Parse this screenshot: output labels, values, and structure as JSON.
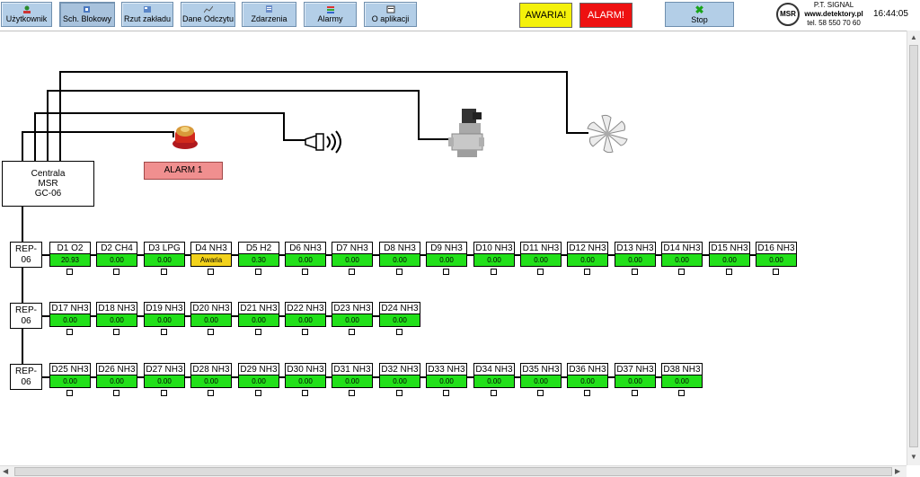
{
  "toolbar": {
    "buttons": [
      {
        "label": "Użytkownik"
      },
      {
        "label": "Sch. Blokowy"
      },
      {
        "label": "Rzut zakładu"
      },
      {
        "label": "Dane Odczytu"
      },
      {
        "label": "Zdarzenia"
      },
      {
        "label": "Alarmy"
      },
      {
        "label": "O aplikacji"
      }
    ],
    "awaria_label": "AWARIA!",
    "alarm_label": "ALARM!",
    "stop_label": "Stop",
    "stop_icon": "x-icon"
  },
  "company": {
    "logo": "MSR",
    "name": "P.T. SIGNAL",
    "www": "www.detektory.pl",
    "tel": "tel. 58 550 70 60"
  },
  "clock": "16:44:05",
  "colors": {
    "ok": "#22e01a",
    "fault": "#f2d21b",
    "awaria": "#f4f10a",
    "alarm": "#ee1111",
    "toolbar": "#b3cee7"
  },
  "centrala": {
    "line1": "Centrala",
    "line2": "MSR",
    "line3": "GC-06"
  },
  "alarm_indicator": {
    "label": "ALARM 1"
  },
  "reps": [
    {
      "line1": "REP-",
      "line2": "06"
    },
    {
      "line1": "REP-",
      "line2": "06"
    },
    {
      "line1": "REP-",
      "line2": "06"
    }
  ],
  "rows": [
    [
      {
        "name": "D1 O2",
        "value": "20.93"
      },
      {
        "name": "D2 CH4",
        "value": "0.00"
      },
      {
        "name": "D3 LPG",
        "value": "0.00"
      },
      {
        "name": "D4 NH3",
        "value": "Awaria",
        "status": "fault"
      },
      {
        "name": "D5 H2",
        "value": "0.30"
      },
      {
        "name": "D6 NH3",
        "value": "0.00"
      },
      {
        "name": "D7 NH3",
        "value": "0.00"
      },
      {
        "name": "D8 NH3",
        "value": "0.00"
      },
      {
        "name": "D9 NH3",
        "value": "0.00"
      },
      {
        "name": "D10 NH3",
        "value": "0.00"
      },
      {
        "name": "D11 NH3",
        "value": "0.00"
      },
      {
        "name": "D12 NH3",
        "value": "0.00"
      },
      {
        "name": "D13 NH3",
        "value": "0.00"
      },
      {
        "name": "D14 NH3",
        "value": "0.00"
      },
      {
        "name": "D15 NH3",
        "value": "0.00"
      },
      {
        "name": "D16 NH3",
        "value": "0.00"
      }
    ],
    [
      {
        "name": "D17 NH3",
        "value": "0.00"
      },
      {
        "name": "D18 NH3",
        "value": "0.00"
      },
      {
        "name": "D19 NH3",
        "value": "0.00"
      },
      {
        "name": "D20 NH3",
        "value": "0.00"
      },
      {
        "name": "D21 NH3",
        "value": "0.00"
      },
      {
        "name": "D22 NH3",
        "value": "0.00"
      },
      {
        "name": "D23 NH3",
        "value": "0.00"
      },
      {
        "name": "D24 NH3",
        "value": "0.00"
      }
    ],
    [
      {
        "name": "D25 NH3",
        "value": "0.00"
      },
      {
        "name": "D26 NH3",
        "value": "0.00"
      },
      {
        "name": "D27 NH3",
        "value": "0.00"
      },
      {
        "name": "D28 NH3",
        "value": "0.00"
      },
      {
        "name": "D29 NH3",
        "value": "0.00"
      },
      {
        "name": "D30 NH3",
        "value": "0.00"
      },
      {
        "name": "D31 NH3",
        "value": "0.00"
      },
      {
        "name": "D32 NH3",
        "value": "0.00"
      },
      {
        "name": "D33 NH3",
        "value": "0.00"
      },
      {
        "name": "D34 NH3",
        "value": "0.00"
      },
      {
        "name": "D35 NH3",
        "value": "0.00"
      },
      {
        "name": "D36 NH3",
        "value": "0.00"
      },
      {
        "name": "D37 NH3",
        "value": "0.00"
      },
      {
        "name": "D38 NH3",
        "value": "0.00"
      }
    ]
  ],
  "devices": [
    "beacon-icon",
    "siren-icon",
    "valve-icon",
    "fan-icon"
  ]
}
